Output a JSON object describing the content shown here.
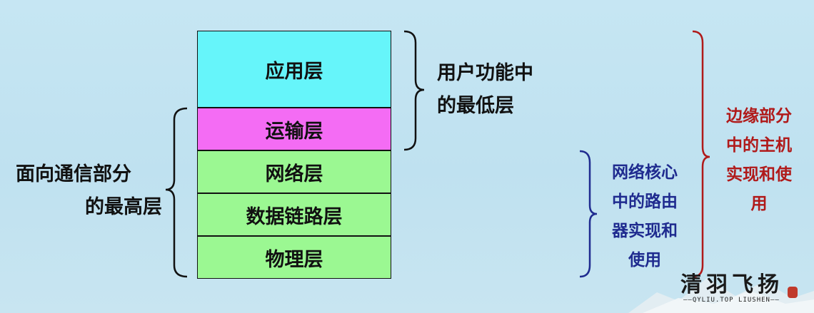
{
  "layers": [
    {
      "label": "应用层",
      "color": "#66f5fa"
    },
    {
      "label": "运输层",
      "color": "#f46cf4"
    },
    {
      "label": "网络层",
      "color": "#9bf892"
    },
    {
      "label": "数据链路层",
      "color": "#9bf892"
    },
    {
      "label": "物理层",
      "color": "#9bf892"
    }
  ],
  "annotations": {
    "left": {
      "line1": "面向通信部分",
      "line2": "的最高层"
    },
    "right_top": {
      "line1": "用户功能中",
      "line2": "的最低层"
    },
    "network_core": {
      "line1": "网络核心",
      "line2": "中的路由",
      "line3": "器实现和",
      "line4": "使用"
    },
    "edge": {
      "line1": "边缘部分",
      "line2": "中的主机",
      "line3": "实现和使",
      "line4": "用"
    }
  },
  "colors": {
    "blue_text": "#1f2b8f",
    "red_text": "#b01a1a",
    "brace_dark": "#111111",
    "brace_blue": "#1f2b8f",
    "brace_red": "#b01a1a"
  },
  "logo": {
    "text": "清羽飞扬",
    "subtitle": "——QYLIU.TOP  LIUSHEN——"
  }
}
